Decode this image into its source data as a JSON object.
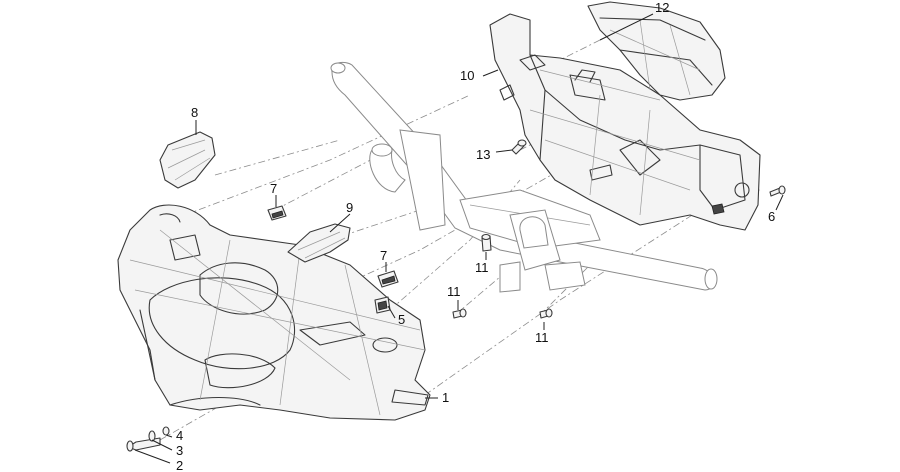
{
  "callouts": [
    {
      "id": "c1",
      "label": "1"
    },
    {
      "id": "c2",
      "label": "2"
    },
    {
      "id": "c3",
      "label": "3"
    },
    {
      "id": "c4",
      "label": "4"
    },
    {
      "id": "c5",
      "label": "5"
    },
    {
      "id": "c6",
      "label": "6"
    },
    {
      "id": "c7a",
      "label": "7"
    },
    {
      "id": "c7b",
      "label": "7"
    },
    {
      "id": "c8",
      "label": "8"
    },
    {
      "id": "c9",
      "label": "9"
    },
    {
      "id": "c10",
      "label": "10"
    },
    {
      "id": "c11a",
      "label": "11"
    },
    {
      "id": "c11b",
      "label": "11"
    },
    {
      "id": "c11c",
      "label": "11"
    },
    {
      "id": "c12",
      "label": "12"
    },
    {
      "id": "c13",
      "label": "13"
    }
  ]
}
